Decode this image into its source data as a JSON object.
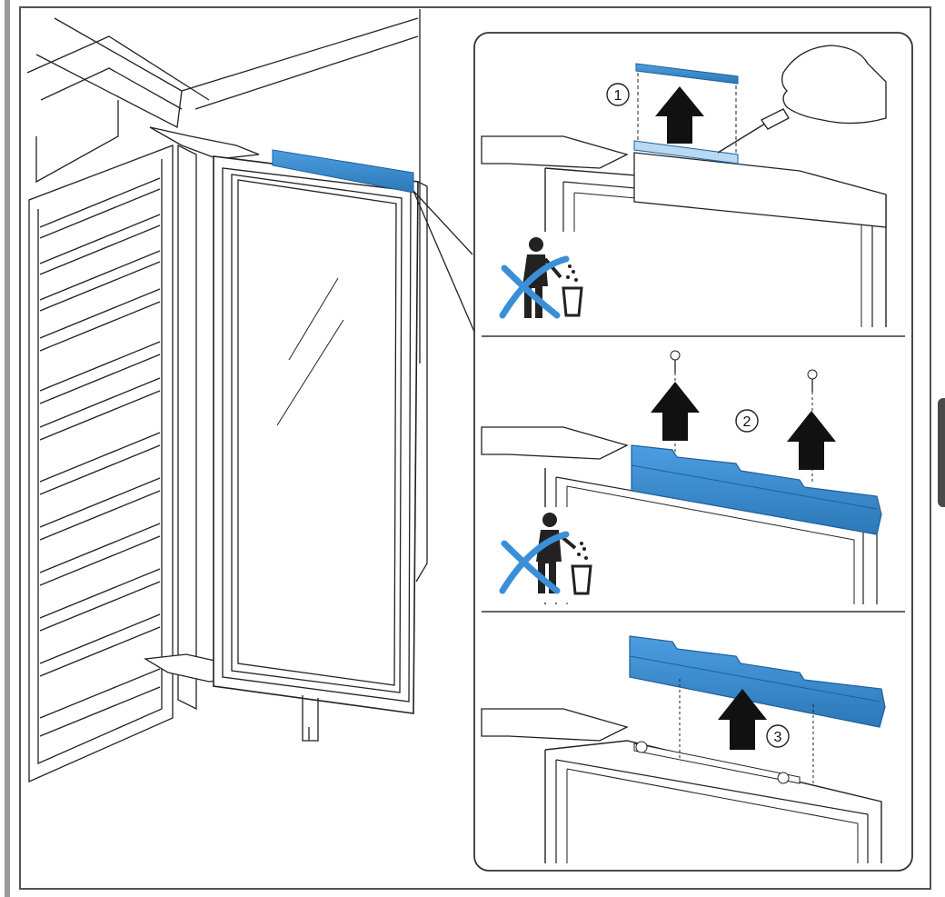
{
  "steps": {
    "step1": "1",
    "step2": "2",
    "step3": "3"
  },
  "icons": {
    "no_litter": "no-litter-icon",
    "arrow_up": "arrow-up-icon",
    "screwdriver": "screwdriver-icon",
    "screw": "screw-icon",
    "hand": "hand-icon"
  },
  "colors": {
    "accent_blue": "#3d8fd0",
    "accent_blue_dark": "#2a6fa8",
    "line": "#222222",
    "strike_blue": "#3b8fd8"
  }
}
